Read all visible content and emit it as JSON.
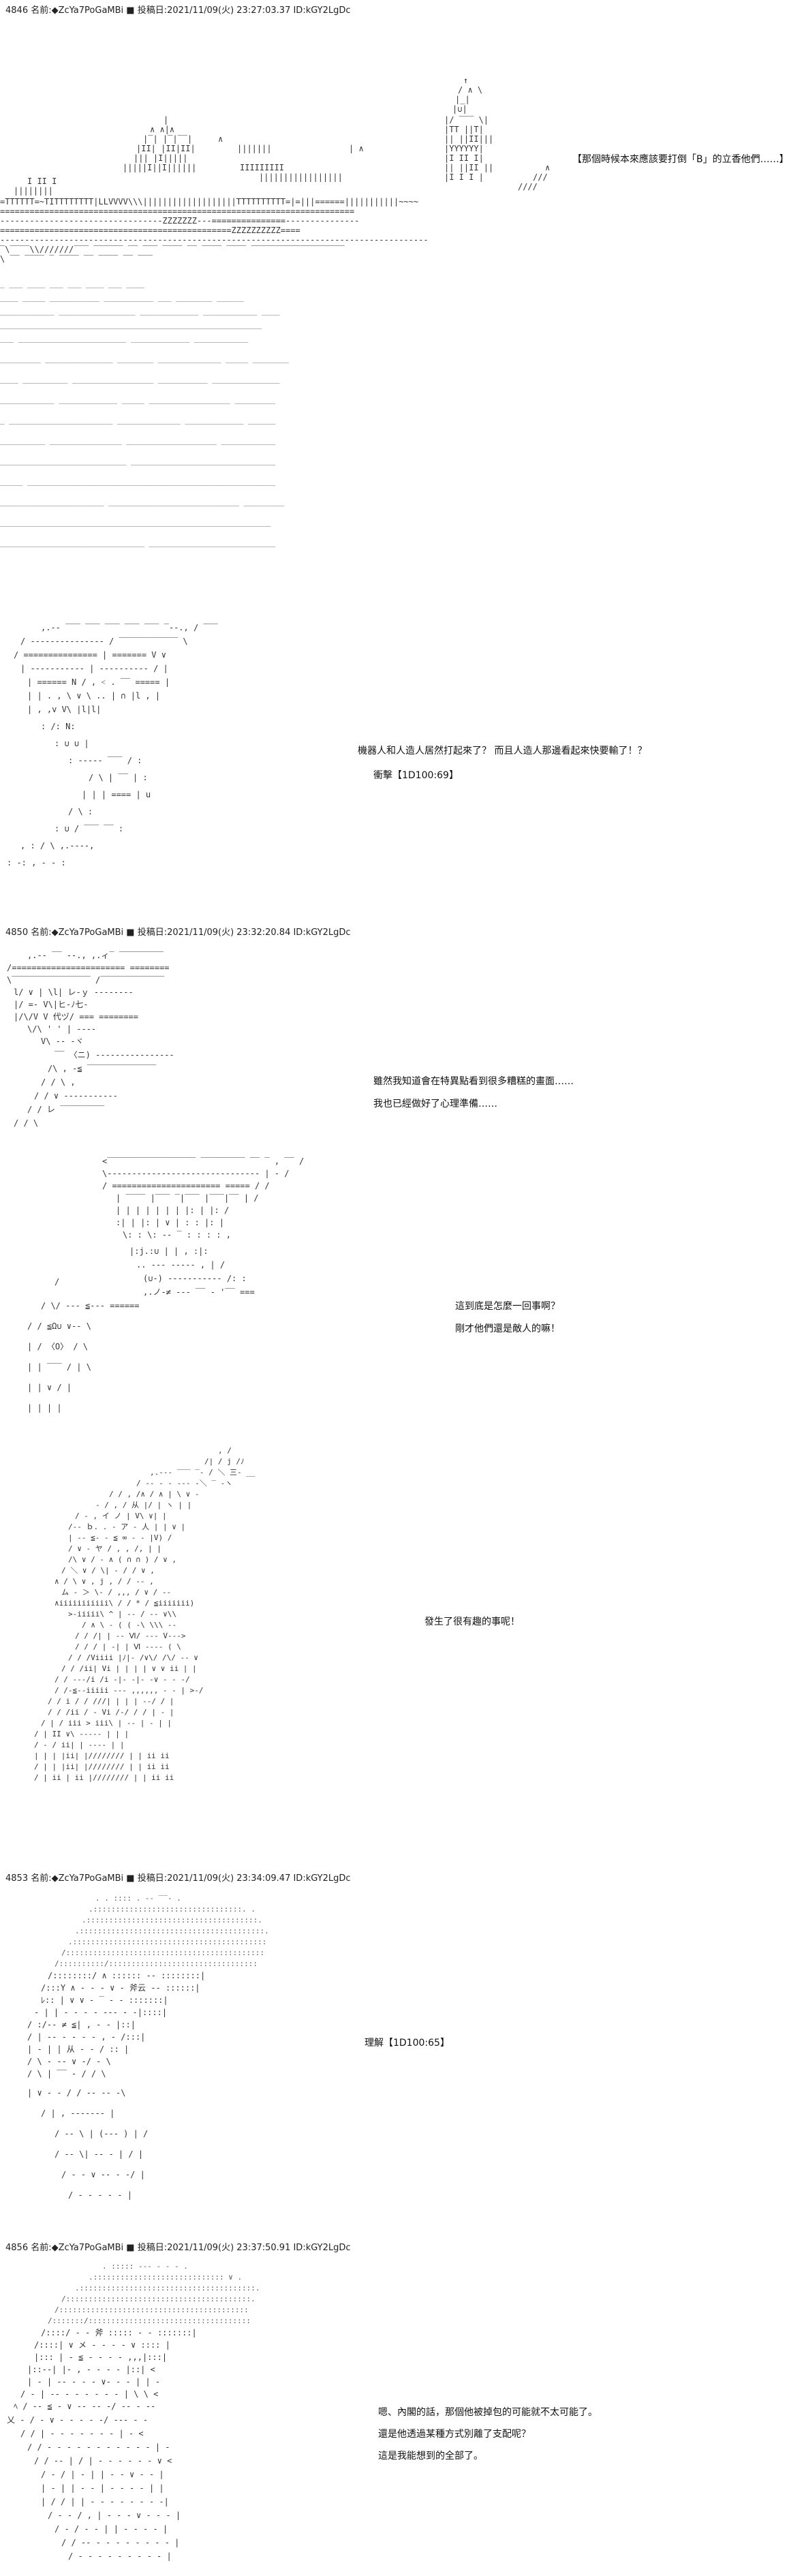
{
  "posts": [
    {
      "header": "4846 名前:◆ZcYa7PoGaMBi ■ 投稿日:2021/11/09(火) 23:27:03.37 ID:kGY2LgDc",
      "scenes": [
        {
          "lines": [
            "【那個時候本來應該要打倒「B」的立香他們……】"
          ]
        },
        {
          "lines": [
            "機器人和人造人居然打起來了？ 而且人造人那邊看起來快要輸了！？",
            "衝擊【1D100:69】"
          ]
        }
      ]
    },
    {
      "header": "4850 名前:◆ZcYa7PoGaMBi ■ 投稿日:2021/11/09(火) 23:32:20.84 ID:kGY2LgDc",
      "scenes": [
        {
          "lines": [
            "雖然我知道會在特異點看到很多糟糕的畫面……",
            "我也已經做好了心理準備……"
          ]
        },
        {
          "lines": [
            "這到底是怎麼一回事啊？",
            "剛才他們還是敵人的嘛！"
          ]
        },
        {
          "lines": [
            "發生了很有趣的事呢！"
          ]
        }
      ]
    },
    {
      "header": "4853 名前:◆ZcYa7PoGaMBi ■ 投稿日:2021/11/09(火) 23:34:09.47 ID:kGY2LgDc",
      "scenes": [
        {
          "lines": [
            "理解【1D100:65】"
          ]
        }
      ]
    },
    {
      "header": "4856 名前:◆ZcYa7PoGaMBi ■ 投稿日:2021/11/09(火) 23:37:50.91 ID:kGY2LgDc",
      "scenes": [
        {
          "lines": [
            "嗯、內閣的話，那個他被掉包的可能就不太可能了。",
            "還是他透過某種方式別離了支配呢？",
            "這是我能想到的全部了。"
          ]
        }
      ]
    }
  ]
}
